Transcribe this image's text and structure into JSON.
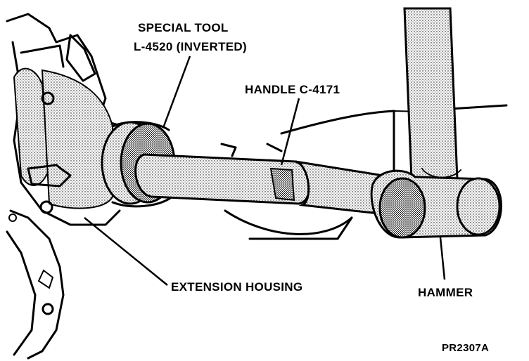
{
  "labels": {
    "special_tool_line1": "SPECIAL TOOL",
    "special_tool_line2": "L-4520 (INVERTED)",
    "handle": "HANDLE C-4171",
    "extension_housing": "EXTENSION HOUSING",
    "hammer": "HAMMER",
    "figure_code": "PR2307A"
  }
}
